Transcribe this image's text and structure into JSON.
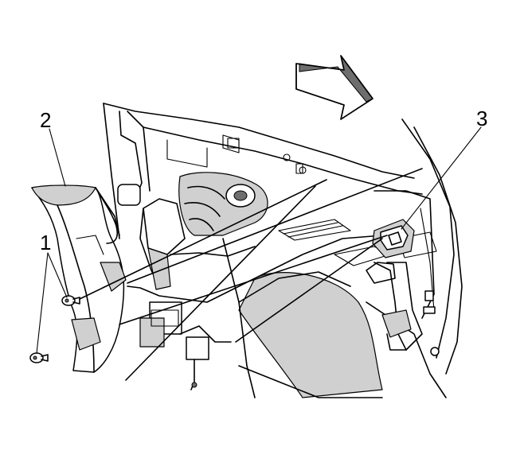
{
  "callouts": [
    {
      "id": "1",
      "label": "1"
    },
    {
      "id": "2",
      "label": "2"
    },
    {
      "id": "3",
      "label": "3"
    }
  ],
  "icons": {
    "direction_arrow": "front-direction-arrow-icon",
    "fastener": "push-pin-fastener-icon"
  },
  "colors": {
    "line": "#000000",
    "shade": "#d0d0d0",
    "dark": "#6e6e6e",
    "background": "#ffffff"
  }
}
